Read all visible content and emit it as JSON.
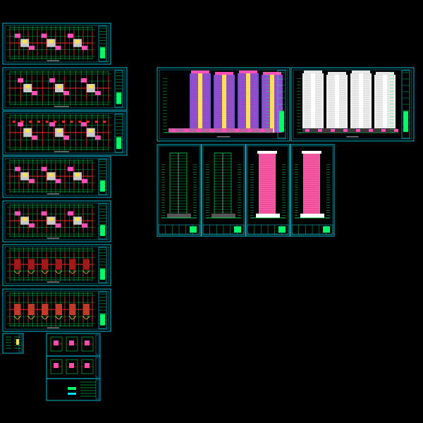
{
  "view": {
    "background": "#000000",
    "frame_color": "#00e5ff",
    "line_color": "#00ff66",
    "accent_red": "#ff2a2a",
    "accent_yellow": "#ffe14d",
    "accent_magenta": "#ff4fb8",
    "accent_white": "#ffffff"
  },
  "sheets": {
    "floor_plans": [
      {
        "id": "plan-1",
        "style": "standard"
      },
      {
        "id": "plan-2",
        "style": "standard"
      },
      {
        "id": "plan-3",
        "style": "dense"
      },
      {
        "id": "plan-4",
        "style": "standard"
      },
      {
        "id": "plan-5",
        "style": "standard"
      },
      {
        "id": "plan-6",
        "style": "red"
      },
      {
        "id": "plan-7",
        "style": "roof"
      }
    ],
    "detail_sheets": [
      {
        "id": "detail-small"
      },
      {
        "id": "detail-1"
      },
      {
        "id": "detail-2"
      },
      {
        "id": "detail-3"
      }
    ],
    "main_elevations": [
      {
        "id": "elevation-front",
        "style": "color"
      },
      {
        "id": "elevation-back",
        "style": "white"
      }
    ],
    "side_elevations": [
      {
        "id": "side-1",
        "style": "line"
      },
      {
        "id": "side-2",
        "style": "line"
      },
      {
        "id": "side-3",
        "style": "pink"
      },
      {
        "id": "side-4",
        "style": "pink"
      }
    ]
  }
}
